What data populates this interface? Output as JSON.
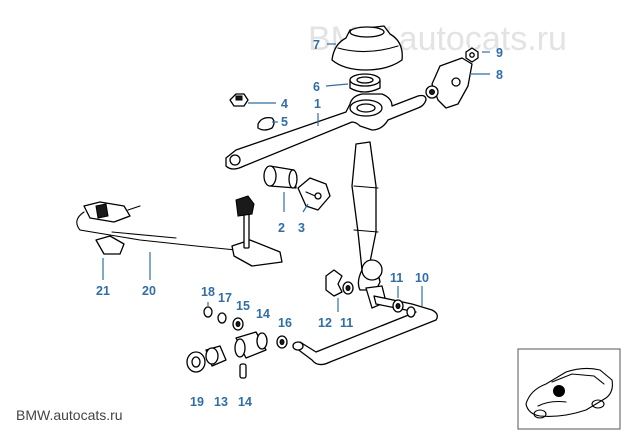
{
  "watermark_top": "BMW.autocats.ru",
  "watermark_bottom": "BMW.autocats.ru",
  "callouts": [
    {
      "id": "c1",
      "text": "1"
    },
    {
      "id": "c2",
      "text": "2"
    },
    {
      "id": "c3",
      "text": "3"
    },
    {
      "id": "c4",
      "text": "4"
    },
    {
      "id": "c5",
      "text": "5"
    },
    {
      "id": "c6",
      "text": "6"
    },
    {
      "id": "c7",
      "text": "7"
    },
    {
      "id": "c8",
      "text": "8"
    },
    {
      "id": "c9",
      "text": "9"
    },
    {
      "id": "c10",
      "text": "10"
    },
    {
      "id": "c11a",
      "text": "11"
    },
    {
      "id": "c11b",
      "text": "11"
    },
    {
      "id": "c12",
      "text": "12"
    },
    {
      "id": "c13",
      "text": "13"
    },
    {
      "id": "c14a",
      "text": "14"
    },
    {
      "id": "c14b",
      "text": "14"
    },
    {
      "id": "c15",
      "text": "15"
    },
    {
      "id": "c16",
      "text": "16"
    },
    {
      "id": "c17",
      "text": "17"
    },
    {
      "id": "c18",
      "text": "18"
    },
    {
      "id": "c19",
      "text": "19"
    },
    {
      "id": "c20",
      "text": "20"
    },
    {
      "id": "c21",
      "text": "21"
    }
  ],
  "colors": {
    "callout": "#2f6ea6",
    "outline": "#000000",
    "watermark": "#e3e3e3"
  }
}
